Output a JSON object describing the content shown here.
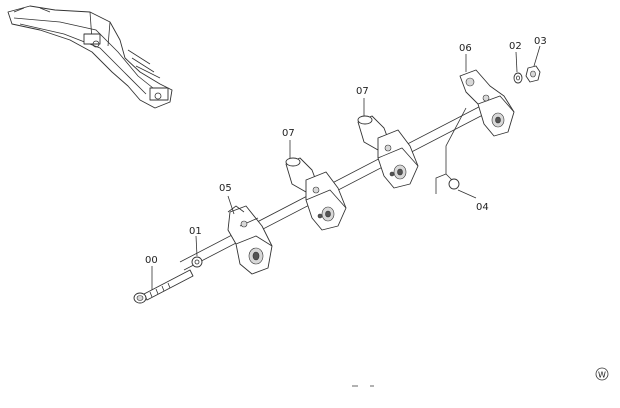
{
  "callouts": [
    {
      "id": "00",
      "label": "00"
    },
    {
      "id": "01",
      "label": "01"
    },
    {
      "id": "05",
      "label": "05"
    },
    {
      "id": "07a",
      "label": "07"
    },
    {
      "id": "07b",
      "label": "07"
    },
    {
      "id": "06",
      "label": "06"
    },
    {
      "id": "02",
      "label": "02"
    },
    {
      "id": "03",
      "label": "03"
    },
    {
      "id": "04",
      "label": "04"
    }
  ],
  "watermark": "W"
}
